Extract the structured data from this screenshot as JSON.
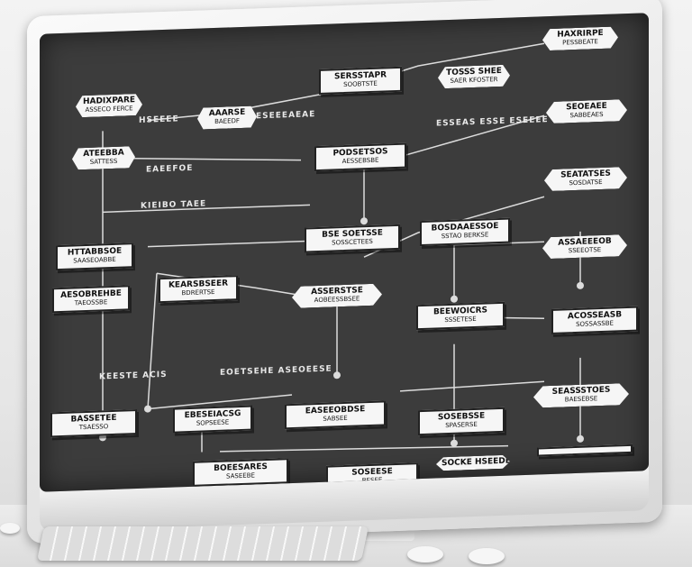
{
  "scene": {
    "colors": {
      "screen": "#3c3c3c",
      "node_fill": "#f6f6f6",
      "node_border": "#222222",
      "wire": "#dddddd"
    }
  },
  "nodes": [
    {
      "id": "n1",
      "shape": "hex",
      "title": "HADIXPARE",
      "sub": "ASSECO FERCE"
    },
    {
      "id": "n2",
      "shape": "hex",
      "title": "AAARSE",
      "sub": "BAEEDF"
    },
    {
      "id": "n3",
      "shape": "rect",
      "title": "SERSSTAPR",
      "sub": "SOOBTSTE"
    },
    {
      "id": "n4",
      "shape": "hex",
      "title": "TOSSS SHEE",
      "sub": "SAER KFOSTER"
    },
    {
      "id": "n5",
      "shape": "hex",
      "title": "HAXRIRPE",
      "sub": "PESSBEATE"
    },
    {
      "id": "n6",
      "shape": "hex",
      "title": "ATEEBBA",
      "sub": "SATTESS"
    },
    {
      "id": "n7",
      "shape": "rect",
      "title": "PODSETSOS",
      "sub": "AESSEBSBE"
    },
    {
      "id": "n8",
      "shape": "hex",
      "title": "SEOEAEE",
      "sub": "SABBEAES"
    },
    {
      "id": "n9",
      "shape": "rect",
      "title": "HTTABBSOE",
      "sub": "SAASEOABBE"
    },
    {
      "id": "n10",
      "shape": "rect",
      "title": "BSE SOETSSE",
      "sub": "SOSSCETEES"
    },
    {
      "id": "n11",
      "shape": "rect",
      "title": "BOSDAAESSOE",
      "sub": "SSTAO BERKSE"
    },
    {
      "id": "n12",
      "shape": "hex",
      "title": "SEATATSES",
      "sub": "SOSDATSE"
    },
    {
      "id": "n13",
      "shape": "rect",
      "title": "AESOBREHBE",
      "sub": "TAEOSSBE"
    },
    {
      "id": "n14",
      "shape": "rect",
      "title": "KEARSBSEER",
      "sub": "BDRERTSE"
    },
    {
      "id": "n15",
      "shape": "hex",
      "title": "ASSERSTSE",
      "sub": "AOBEESSBSEE"
    },
    {
      "id": "n16",
      "shape": "rect",
      "title": "BEEWOICRS",
      "sub": "SSSETESE"
    },
    {
      "id": "n17",
      "shape": "rect",
      "title": "ACOSSEASB",
      "sub": "SOSSASSBE"
    },
    {
      "id": "n18",
      "shape": "hex",
      "title": "ASSAEEEOB",
      "sub": "SSEEOTSE"
    },
    {
      "id": "n19",
      "shape": "rect",
      "title": "BASSETEE",
      "sub": "TSAESSO"
    },
    {
      "id": "n20",
      "shape": "rect",
      "title": "EBESEIACSG",
      "sub": "SOPSEESE"
    },
    {
      "id": "n21",
      "shape": "rect",
      "title": "EASEEOBDSE",
      "sub": "SABSEE"
    },
    {
      "id": "n22",
      "shape": "hex",
      "title": "SOSEBSSE",
      "sub": "SPASERSE"
    },
    {
      "id": "n23",
      "shape": "rect",
      "title": "SEASSSTOES",
      "sub": "BAESEBSE"
    },
    {
      "id": "n24",
      "shape": "rect",
      "title": "BOEESARES",
      "sub": "SASEEBE"
    },
    {
      "id": "n25",
      "shape": "hex",
      "title": "SOSEESE",
      "sub": "BESEE"
    },
    {
      "id": "n26",
      "shape": "rect",
      "title": "SOCKE HSEEDE",
      "sub": ""
    }
  ],
  "tags": [
    {
      "id": "t1",
      "text": "HSEEEE"
    },
    {
      "id": "t2",
      "text": "EAEEFOE"
    },
    {
      "id": "t3",
      "text": "ESEEEAEAE"
    },
    {
      "id": "t4",
      "text": "KIEIBO TAEE"
    },
    {
      "id": "t5",
      "text": "ESSEAS ESSE ESEEEE"
    },
    {
      "id": "t6",
      "text": "KEESTE ACIS"
    },
    {
      "id": "t7",
      "text": "EOETSEHE ASEOEESE"
    }
  ]
}
